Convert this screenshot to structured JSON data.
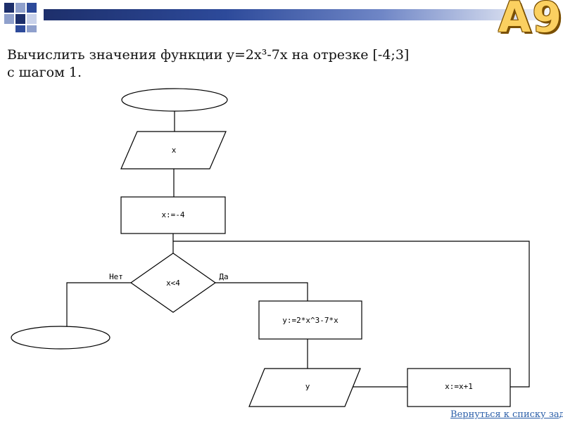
{
  "slide": {
    "number": "A9"
  },
  "task": {
    "line1": "Вычислить значения функции y=2x³-7x на отрезке [-4;3]",
    "line2": "с шагом 1."
  },
  "flowchart": {
    "input_label": "x",
    "init_label": "x:=-4",
    "condition_label": "x<4",
    "no_label": "Нет",
    "yes_label": "Да",
    "compute_label": "y:=2*x^3-7*x",
    "output_label": "y",
    "increment_label": "x:=x+1"
  },
  "nav": {
    "back_link": "Вернуться к списку заданий"
  },
  "colors": {
    "accent_dark": "#1d2f6b",
    "accent_gold": "#fbd060",
    "link": "#2a5ea8"
  }
}
